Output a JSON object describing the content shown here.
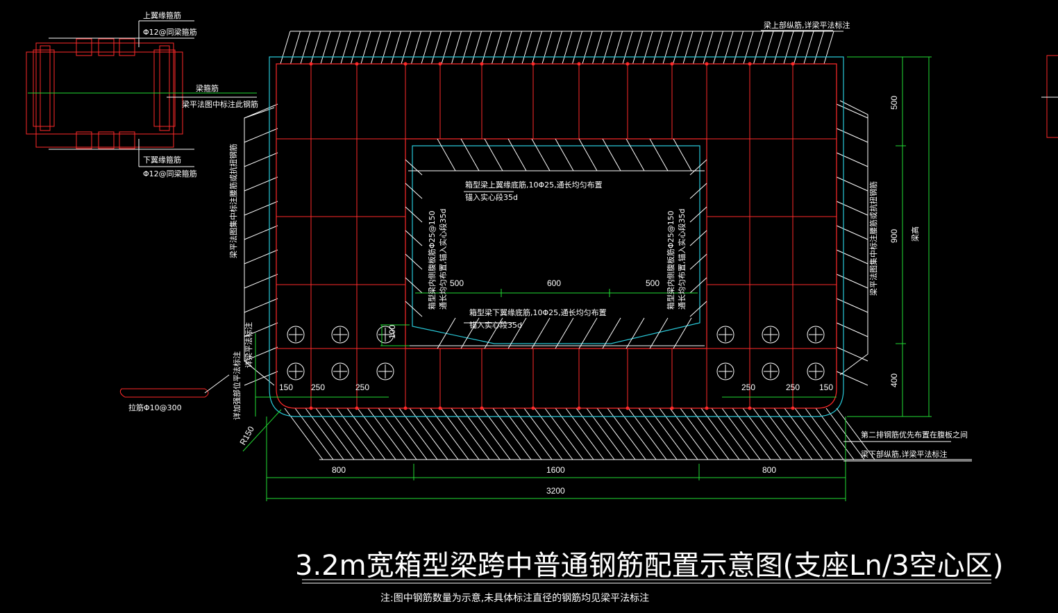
{
  "colors": {
    "background": "#000000",
    "rebar": "#ff2a2a",
    "outline": "#29c8d8",
    "dimension": "#22dd33",
    "leader": "#ffffff",
    "hoop_detail": "#ff2a2a"
  },
  "detail": {
    "top_label": "上翼缘箍筋",
    "top_spec": "Φ12@同梁箍筋",
    "stirrup_label": "梁箍筋",
    "stirrup_note": "梁平法图中标注此钢筋",
    "bottom_label": "下翼缘箍筋",
    "bottom_spec": "Φ12@同梁箍筋"
  },
  "labels": {
    "top_long_bars": "梁上部纵筋,详梁平法标注",
    "bottom_long_bars": "梁下部纵筋,详梁平法标注",
    "second_row_note": "第二排钢筋优先布置在腹板之间",
    "left_side_bars": "梁平法图集中标注腰筋或抗扭钢筋",
    "right_side_bars": "梁平法图集中标注腰筋或抗扭钢筋",
    "beam_height": "梁高",
    "inner_top_flange_1": "箱型梁上翼缘底筋,10Φ25,通长均匀布置",
    "inner_top_flange_2": "锚入实心段35d",
    "inner_bottom_flange_1": "箱型梁下翼缘底筋,10Φ25,通长均匀布置",
    "inner_bottom_flange_2": "锚入实心段35d",
    "left_web_bars_1": "箱型梁内侧腹板筋Φ25@150",
    "left_web_bars_2": "通长均匀布置,锚入实心段35d",
    "right_web_bars_1": "箱型梁内侧腹板筋Φ25@150",
    "right_web_bars_2": "通长均匀布置,锚入实心段35d",
    "tie_bar": "拉筋Φ10@300",
    "corner_detail_1": "详加强部位平法标注",
    "corner_detail_2": "详梁平法标注",
    "radius": "R150"
  },
  "dimensions": {
    "bottom_row1": [
      "800",
      "1600",
      "800"
    ],
    "bottom_total": "3200",
    "right_vertical": [
      "500",
      "900",
      "400"
    ],
    "inner_top": [
      "500",
      "600",
      "500"
    ],
    "inner_haunch": "100",
    "bottom_left_spacing": [
      "150",
      "250",
      "250"
    ],
    "bottom_right_spacing": [
      "250",
      "250",
      "150"
    ]
  },
  "title": "3.2m宽箱型梁跨中普通钢筋配置示意图(支座Ln/3空心区)",
  "note": "注:图中钢筋数量为示意,未具体标注直径的钢筋均见梁平法标注"
}
